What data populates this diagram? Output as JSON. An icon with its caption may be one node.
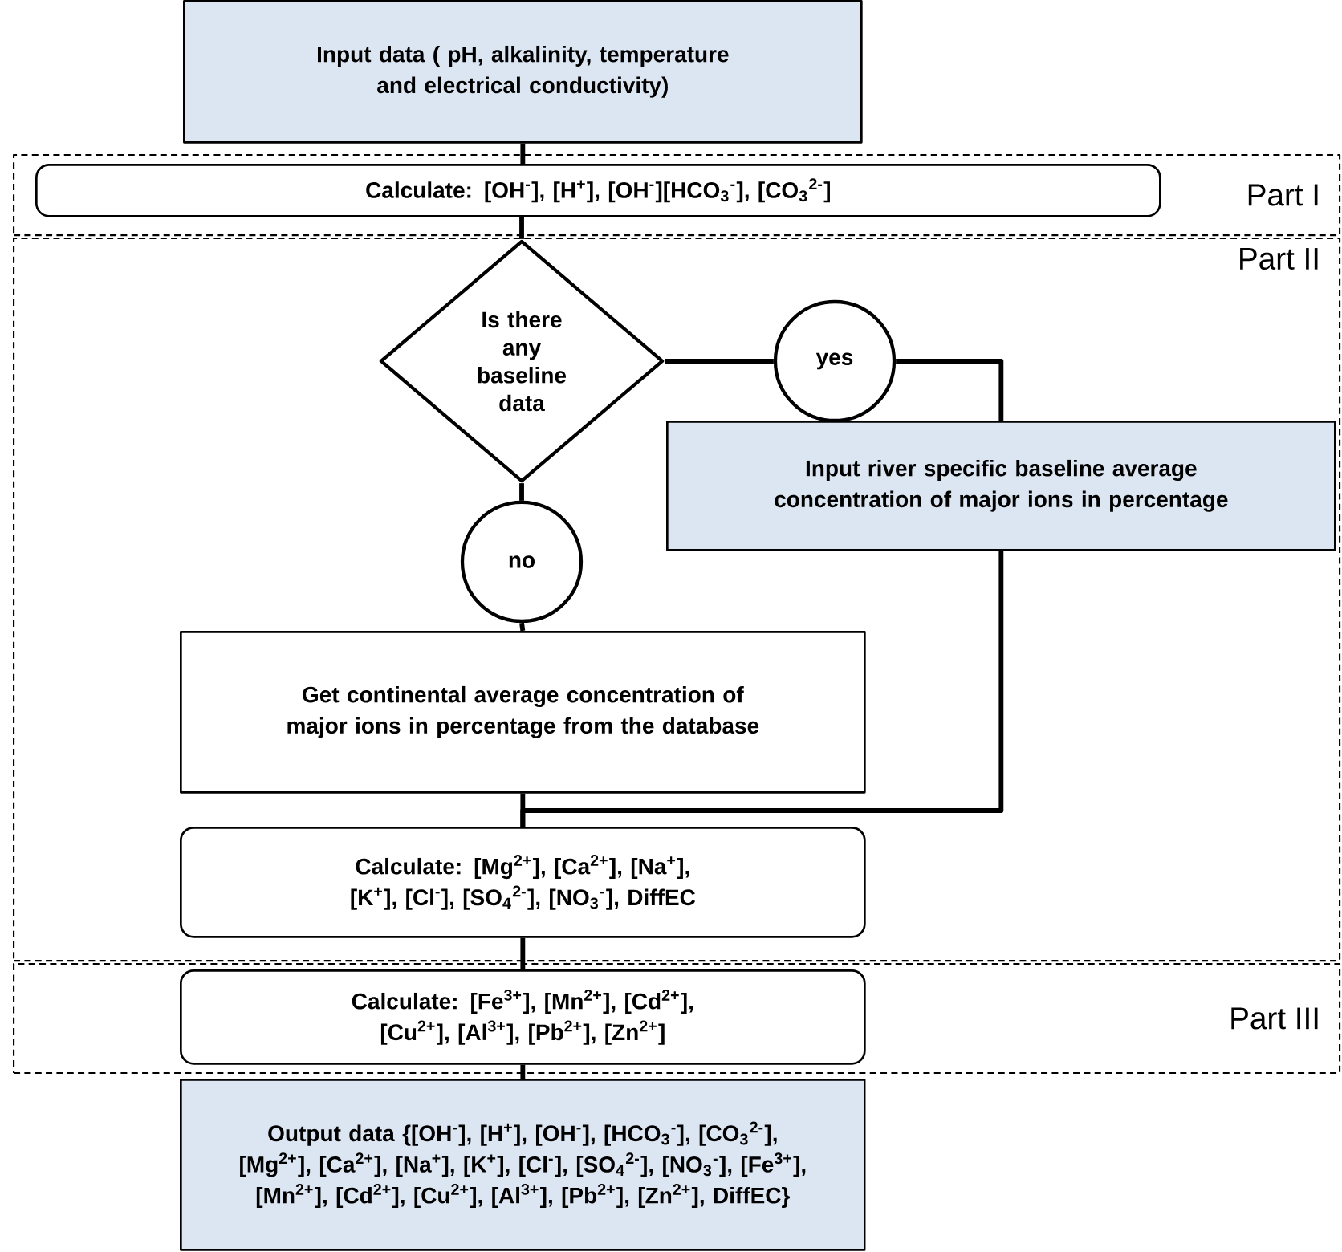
{
  "diagram": {
    "nodes": [
      {
        "text": [
          "Input data ( pH, alkalinity, temperature and electrical conductivity)"
        ]
      },
      {
        "text": [
          "Part I"
        ]
      },
      {
        "text": [
          "Calculate: [OH$^{-}$], [H$^{+}$], [OH$^{-}$][HCO$_{3}$$^{-}$], [CO$_{3}$$^{2-}$]"
        ],
        "in": 1
      },
      {
        "text": [
          "Part II"
        ]
      },
      {
        "text": [
          "Is there any baseline data"
        ],
        "in": 3
      },
      {
        "text": [
          "yes"
        ],
        "in": 3
      },
      {
        "text": [
          "Input river specific baseline average concentration of major ions in percentage"
        ],
        "in": 3
      },
      {
        "text": [
          "no"
        ],
        "in": 3
      },
      {
        "text": [
          "Get continental average concentration of major ions in percentage from the database"
        ],
        "in": 3
      },
      {
        "text": [
          "Calculate: [Mg$^{2+}$], [Ca$^{2+}$], [Na$^{+}$], [K$^{+}$], [Cl$^{-}$], [SO$_{4}$$^{2-}$], [NO$_{3}$$^{-}$], DiffEC"
        ],
        "in": 3
      },
      {
        "text": [
          "Part III"
        ]
      },
      {
        "text": [
          "Calculate: [Fe$^{3+}$], [Mn$^{2+}$], [Cd$^{2+}$], [Cu$^{2+}$], [Al$^{3+}$], [Pb$^{2+}$], [Zn$^{2+}$]"
        ],
        "in": 10
      },
      {
        "text": [
          "Output data {[OH$^{-}$], [H$^{+}$], [OH$^{-}$], [HCO$_{3}$$^{-}$], [CO$_{3}$$^{2-}$], [Mg$^{2+}$], [Ca$^{2+}$], [Na$^{+}$], [K$^{+}$], [Cl$^{-}$], [SO$_{4}$$^{2-}$], [NO$_{3}$$^{-}$], [Fe$^{3+}$], [Mn$^{2+}$], [Cd$^{2+}$], [Cu$^{2+}$], [Al$^{3+}$], [Pb$^{2+}$], [Zn$^{2+}$], DiffEC}"
        ]
      }
    ],
    "edges": [
      {
        "from": 0,
        "to": 2,
        "arrow": "none"
      },
      {
        "from": 2,
        "to": 4,
        "arrow": "none"
      },
      {
        "from": 4,
        "to": 5,
        "arrow": "none"
      },
      {
        "from": 5,
        "to": 6,
        "arrow": "none"
      },
      {
        "from": 4,
        "to": 7,
        "arrow": "none"
      },
      {
        "from": 7,
        "to": 8,
        "arrow": "none"
      },
      {
        "from": 8,
        "to": 9,
        "arrow": "none"
      },
      {
        "from": 6,
        "to": 9,
        "arrow": "none"
      },
      {
        "from": 9,
        "to": 11,
        "arrow": "none"
      },
      {
        "from": 11,
        "to": 12,
        "arrow": "none"
      }
    ]
  }
}
